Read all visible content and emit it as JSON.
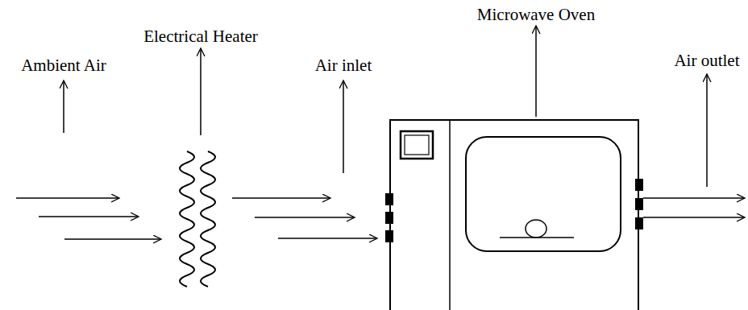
{
  "diagram": {
    "labels": [
      "Ambient Air",
      "Electrical Heater",
      "Air inlet",
      "Microwave Oven",
      "Air outlet"
    ]
  }
}
